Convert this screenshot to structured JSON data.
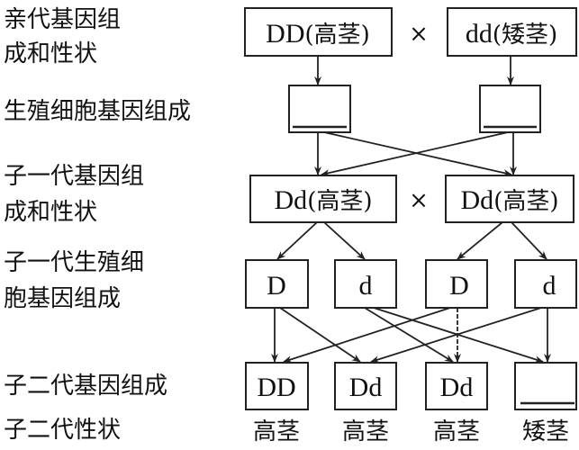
{
  "labels": {
    "parent_1": "亲代基因组",
    "parent_2": "成和性状",
    "gametes": "生殖细胞基因组成",
    "f1_1": "子一代基因组",
    "f1_2": "成和性状",
    "f1g_1": "子一代生殖细",
    "f1g_2": "胞基因组成",
    "f2": "子二代基因组成",
    "f2_trait": "子二代性状"
  },
  "parents": {
    "left_geno": "DD",
    "left_trait": "(高茎)",
    "cross": "×",
    "right_geno": "dd",
    "right_trait": "(矮茎)"
  },
  "f1": {
    "left_geno": "Dd",
    "left_trait": "(高茎)",
    "cross": "×",
    "right_geno": "Dd",
    "right_trait": "(高茎)"
  },
  "f1_gametes": [
    "D",
    "d",
    "D",
    "d"
  ],
  "f2_genotypes": [
    "DD",
    "Dd",
    "Dd"
  ],
  "f2_traits": [
    "高茎",
    "高茎",
    "高茎",
    "矮茎"
  ]
}
